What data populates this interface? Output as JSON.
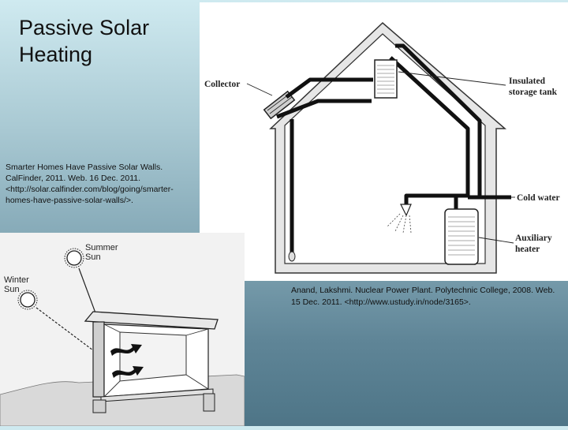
{
  "title": {
    "line1": "Passive Solar",
    "line2": "Heating"
  },
  "citation_left": "Smarter Homes Have Passive Solar Walls. CalFinder, 2011. Web. 16 Dec. 2011. <http://solar.calfinder.com/blog/going/smarter-homes-have-passive-solar-walls/>.",
  "citation_right": "Anand, Lakshmi. Nuclear Power Plant. Polytechnic College, 2008. Web. 15 Dec. 2011. <http://www.ustudy.in/node/3165>.",
  "house_diagram": {
    "labels": {
      "collector": "Collector",
      "tank_line1": "Insulated",
      "tank_line2": "storage tank",
      "cold_water": "Cold water",
      "heater_line1": "Auxiliary",
      "heater_line2": "heater"
    },
    "colors": {
      "house_fill": "#e6e6e6",
      "pipe": "#111111",
      "background": "#ffffff"
    }
  },
  "sun_diagram": {
    "labels": {
      "summer_line1": "Summer",
      "summer_line2": "Sun",
      "winter_line1": "Winter",
      "winter_line2": "Sun"
    }
  }
}
